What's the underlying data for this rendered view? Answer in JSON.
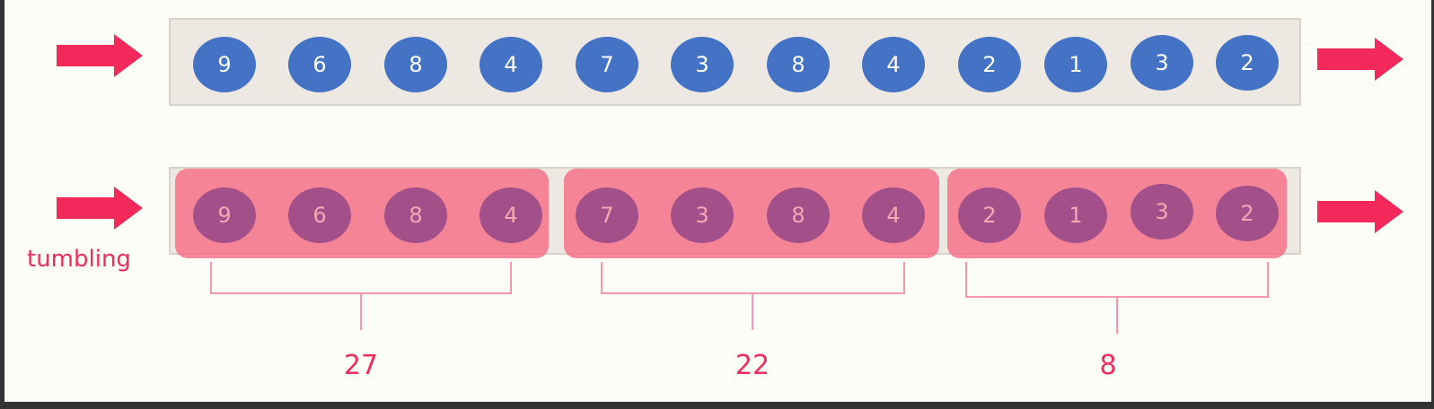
{
  "diagram": {
    "title": "",
    "stream_values": [
      "9",
      "6",
      "8",
      "4",
      "7",
      "3",
      "8",
      "4",
      "2",
      "1",
      "3",
      "2"
    ],
    "window_label": "tumbling",
    "window_sums": [
      "27",
      "22",
      "8"
    ],
    "colors": {
      "event_circle": "#4472c4",
      "window_circle": "#a24f8a",
      "window_highlight": "#f66a83",
      "arrow": "#f2295a",
      "accent_text": "#ee2d5c",
      "stream_bar": "#ede8e2"
    }
  }
}
